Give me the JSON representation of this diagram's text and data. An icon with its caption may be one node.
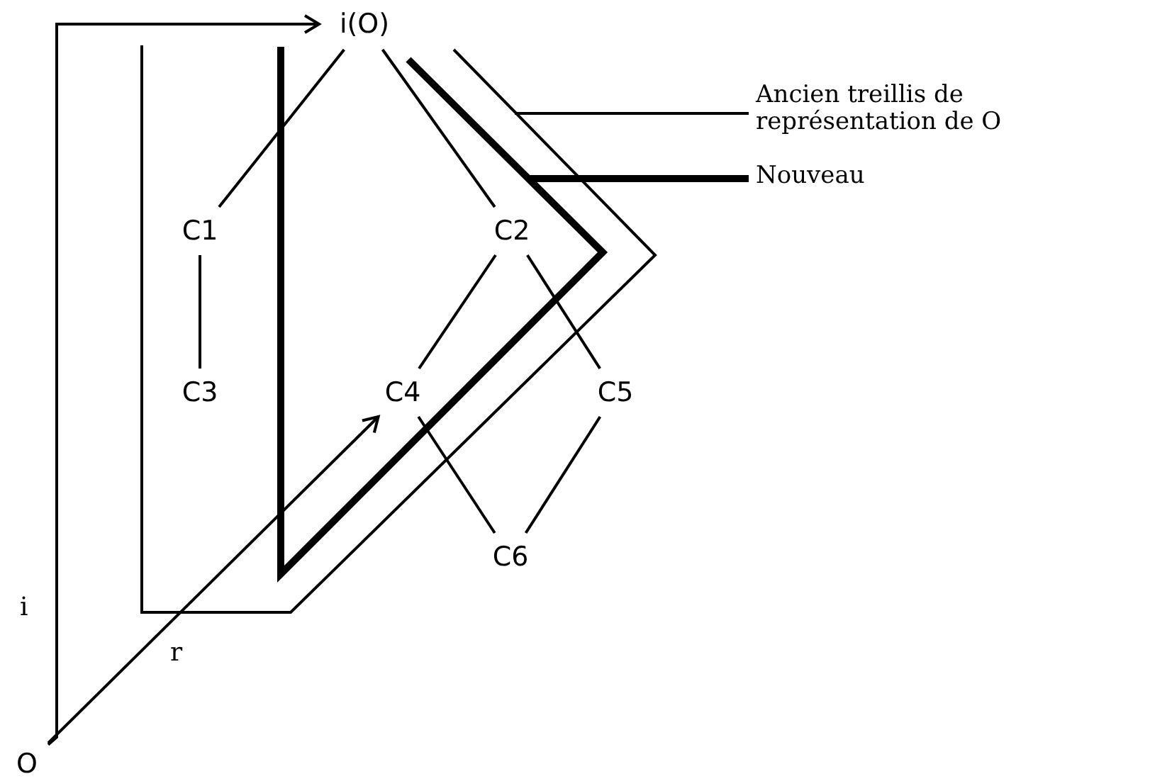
{
  "diagram": {
    "nodes": [
      {
        "text": [
          "O"
        ]
      },
      {
        "text": [
          "i(O)"
        ]
      },
      {
        "text": [
          "C1"
        ]
      },
      {
        "text": [
          "C2"
        ]
      },
      {
        "text": [
          "C3"
        ]
      },
      {
        "text": [
          "C4"
        ]
      },
      {
        "text": [
          "C5"
        ]
      },
      {
        "text": [
          "C6"
        ]
      },
      {
        "text": [
          "Ancien treillis de représentation de O"
        ]
      },
      {
        "text": [
          "Nouveau"
        ]
      }
    ],
    "edges": [
      {
        "from": 0,
        "to": 1,
        "arrow": "to",
        "label": "i"
      },
      {
        "from": 0,
        "to": 5,
        "arrow": "to",
        "label": "r"
      },
      {
        "from": 1,
        "to": 2,
        "arrow": "none"
      },
      {
        "from": 1,
        "to": 3,
        "arrow": "none"
      },
      {
        "from": 2,
        "to": 4,
        "arrow": "none"
      },
      {
        "from": 3,
        "to": 5,
        "arrow": "none"
      },
      {
        "from": 3,
        "to": 6,
        "arrow": "none"
      },
      {
        "from": 5,
        "to": 7,
        "arrow": "none"
      },
      {
        "from": 6,
        "to": 7,
        "arrow": "none"
      },
      {
        "from": 8,
        "to": null,
        "arrow": "none"
      },
      {
        "from": 9,
        "to": null,
        "arrow": "none",
        "style": "thick"
      }
    ]
  }
}
